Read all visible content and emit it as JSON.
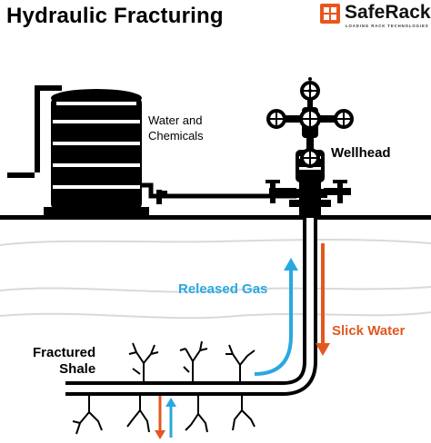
{
  "title": "Hydraulic Fracturing",
  "logo": {
    "name": "SafeRack",
    "tagline": "LOADING RACK TECHNOLOGIES",
    "icon": "saferack-logo-icon"
  },
  "labels": {
    "water_chemicals_line1": "Water and",
    "water_chemicals_line2": "Chemicals",
    "wellhead": "Wellhead",
    "released_gas": "Released Gas",
    "slick_water": "Slick Water",
    "fractured_shale_line1": "Fractured",
    "fractured_shale_line2": "Shale"
  },
  "colors": {
    "brand": "#e8561c",
    "released_gas": "#29a8e0",
    "slick_water": "#e2581f",
    "ink": "#000000"
  }
}
